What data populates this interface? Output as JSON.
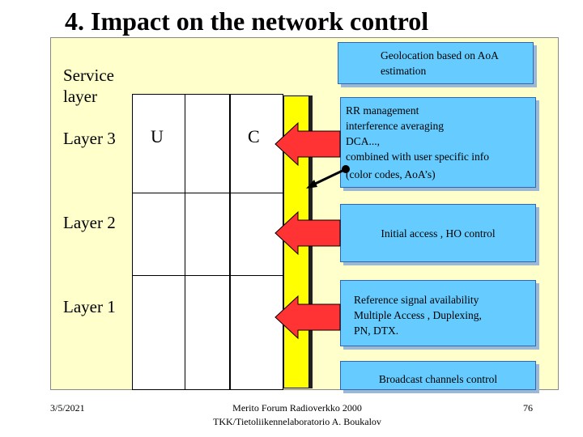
{
  "slide": {
    "title": "4. Impact on the network control",
    "layers": {
      "service": "Service layer",
      "layer3": "Layer 3",
      "layer2": "Layer 2",
      "layer1": "Layer 1"
    },
    "columns": {
      "user_plane": "U",
      "control_plane": "C"
    },
    "boxes": {
      "geolocation": "Geolocation based on AoA estimation",
      "rr_line1": "RR management",
      "rr_line2": "interference averaging",
      "rr_line3": "DCA...,",
      "rr_line4": "combined with user specific info",
      "rr_line5": "(color codes, AoA’s)",
      "initial_access": "Initial access , HO control",
      "ref_line1": "Reference signal availability",
      "ref_line2": "Multiple Access , Duplexing,",
      "ref_line3": "PN, DTX.",
      "broadcast": "Broadcast channels control"
    },
    "footer": {
      "date": "3/5/2021",
      "source_line1": "Merito Forum Radioverkko 2000",
      "source_line2": "TKK/Tietoliikennelaboratorio A. Boukalov",
      "page": "76"
    },
    "colors": {
      "panel_bg": "#ffffcc",
      "box_fill": "#66ccff",
      "arrow_fill": "#ff3333",
      "control_bar": "#ffff00"
    }
  }
}
